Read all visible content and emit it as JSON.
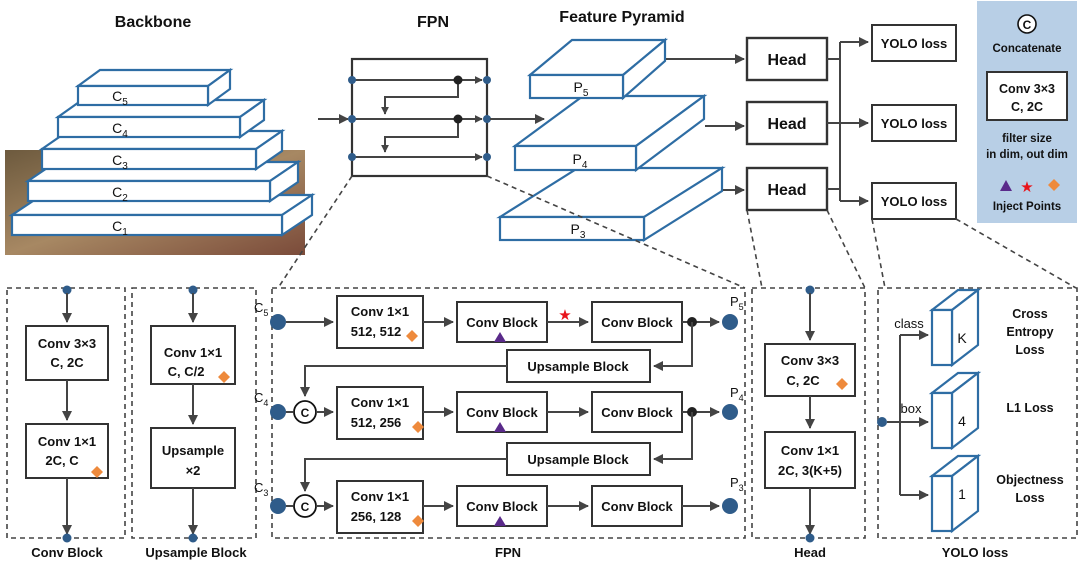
{
  "top": {
    "backbone_title": "Backbone",
    "fpn_title": "FPN",
    "pyramid_title": "Feature Pyramid",
    "backbone_levels": [
      {
        "base": "C",
        "sub": "5"
      },
      {
        "base": "C",
        "sub": "4"
      },
      {
        "base": "C",
        "sub": "3"
      },
      {
        "base": "C",
        "sub": "2"
      },
      {
        "base": "C",
        "sub": "1"
      }
    ],
    "pyramid_levels": [
      {
        "base": "P",
        "sub": "5"
      },
      {
        "base": "P",
        "sub": "4"
      },
      {
        "base": "P",
        "sub": "3"
      }
    ],
    "head_label": "Head",
    "yolo_loss_label": "YOLO loss"
  },
  "legend": {
    "concat_symbol": "C",
    "concat_label": "Concatenate",
    "conv_line1": "Conv 3×3",
    "conv_line2": "C, 2C",
    "desc_line1": "filter size",
    "desc_line2": "in dim, out dim",
    "inject_label": "Inject Points",
    "background": "#b8cfe6"
  },
  "conv_block": {
    "caption": "Conv Block",
    "box1_line1": "Conv 3×3",
    "box1_line2": "C, 2C",
    "box2_line1": "Conv 1×1",
    "box2_line2": "2C, C"
  },
  "upsample_block": {
    "caption": "Upsample Block",
    "box1_line1": "Conv 1×1",
    "box1_line2": "C, C/2",
    "box2_line1": "Upsample",
    "box2_line2": "×2"
  },
  "fpn_detail": {
    "caption": "FPN",
    "concat_symbol": "C",
    "inputs": [
      {
        "base": "C",
        "sub": "5"
      },
      {
        "base": "C",
        "sub": "4"
      },
      {
        "base": "C",
        "sub": "3"
      }
    ],
    "outputs": [
      {
        "base": "P",
        "sub": "5"
      },
      {
        "base": "P",
        "sub": "4"
      },
      {
        "base": "P",
        "sub": "3"
      }
    ],
    "rows": [
      {
        "conv_line1": "Conv 1×1",
        "conv_line2": "512, 512",
        "block1": "Conv Block",
        "block2": "Conv Block"
      },
      {
        "conv_line1": "Conv 1×1",
        "conv_line2": "512, 256",
        "block1": "Conv Block",
        "block2": "Conv Block"
      },
      {
        "conv_line1": "Conv 1×1",
        "conv_line2": "256, 128",
        "block1": "Conv Block",
        "block2": "Conv Block"
      }
    ],
    "upsample_label": "Upsample Block"
  },
  "head_detail": {
    "caption": "Head",
    "box1_line1": "Conv 3×3",
    "box1_line2": "C, 2C",
    "box2_line1": "Conv 1×1",
    "box2_line2": "2C, 3(K+5)"
  },
  "yolo_detail": {
    "caption": "YOLO loss",
    "branches": [
      {
        "tag": "class",
        "value": "K",
        "loss_line1": "Cross",
        "loss_line2": "Entropy",
        "loss_line3": "Loss"
      },
      {
        "tag": "box",
        "value": "4",
        "loss_line1": "L1 Loss",
        "loss_line2": "",
        "loss_line3": ""
      },
      {
        "tag": "",
        "value": "1",
        "loss_line1": "Objectness",
        "loss_line2": "Loss",
        "loss_line3": ""
      }
    ]
  },
  "colors": {
    "blue": "#2e6da4",
    "dark_blue_dot": "#2f5c8a",
    "gray_line": "#444444",
    "triangle": "#5a2a8a",
    "star": "#e8141b",
    "diamond": "#ee8a3c"
  }
}
